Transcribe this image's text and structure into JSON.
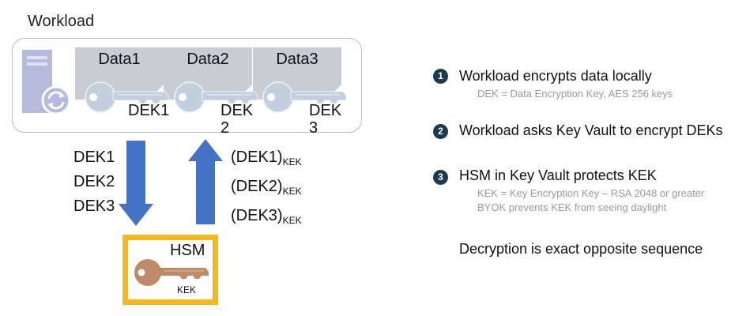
{
  "workload": {
    "title": "Workload",
    "data_items": [
      {
        "label": "Data1",
        "dek_line1": "DEK1",
        "dek_line2": ""
      },
      {
        "label": "Data2",
        "dek_line1": "DEK",
        "dek_line2": "2"
      },
      {
        "label": "Data3",
        "dek_line1": "DEK",
        "dek_line2": "3"
      }
    ]
  },
  "down_arrow": {
    "labels": [
      "DEK1",
      "DEK2",
      "DEK3"
    ]
  },
  "up_arrow": {
    "labels": [
      {
        "main": "(DEK1)",
        "sub": "KEK"
      },
      {
        "main": "(DEK2)",
        "sub": "KEK"
      },
      {
        "main": "(DEK3)",
        "sub": "KEK"
      }
    ]
  },
  "hsm": {
    "label": "HSM",
    "key_label": "KEK"
  },
  "steps": [
    {
      "number": "1",
      "title": "Workload encrypts data locally",
      "details": [
        "DEK = Data Encryption Key, AES 256 keys"
      ]
    },
    {
      "number": "2",
      "title": "Workload asks Key Vault to encrypt DEKs",
      "details": []
    },
    {
      "number": "3",
      "title": "HSM in Key Vault protects KEK",
      "details": [
        "KEK = Key Encryption Key – RSA 2048 or greater",
        "BYOK prevents KEK from seeing daylight"
      ]
    }
  ],
  "closing_text": "Decryption is exact opposite sequence",
  "colors": {
    "arrow": "#4472c4",
    "hsm_border": "#f6b81b",
    "workload_key": "#c3cfdc",
    "hsm_key": "#c08a68",
    "badge": "#1f3a50",
    "server": "#b4bbdc"
  }
}
